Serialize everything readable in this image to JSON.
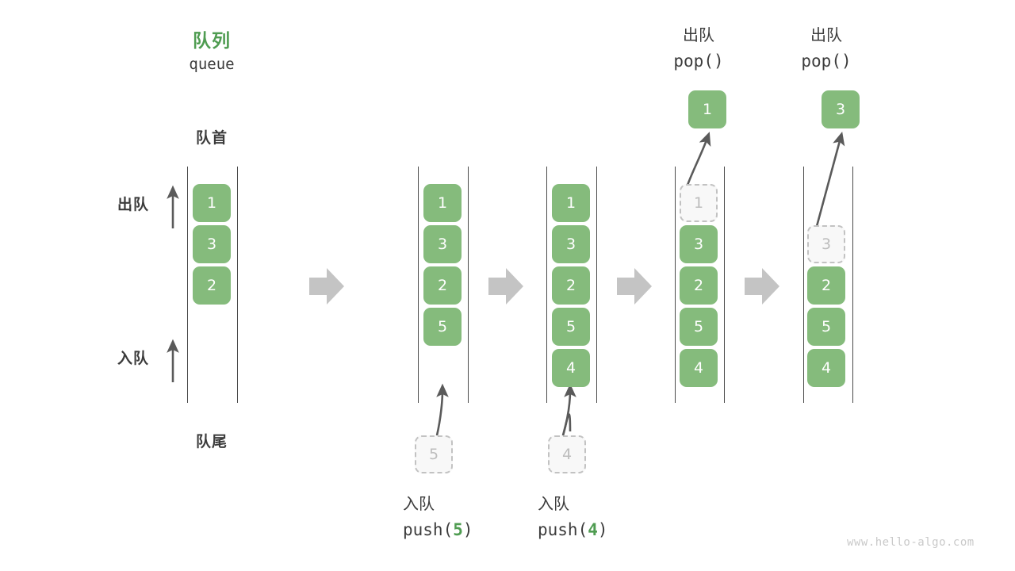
{
  "header": {
    "title_cn": "队列",
    "title_en": "queue",
    "front_label": "队首",
    "rear_label": "队尾",
    "dequeue_dir_label": "出队",
    "enqueue_dir_label": "入队"
  },
  "watermark": "www.hello-algo.com",
  "colors": {
    "accent_green": "#4f9c51",
    "cell_green": "#85bb7c",
    "ghost_border": "#c2c2c2",
    "ghost_fill": "#f8f8f8",
    "ghost_text": "#bdbdbd",
    "rail": "#4a4a4a",
    "arrow_gray": "#5a5a5a",
    "flow_arrow_gray": "#c4c4c4",
    "text": "#3c3c3c",
    "watermark": "#c9c9c9"
  },
  "stages": [
    {
      "id": "initial",
      "op_cn": "",
      "op_en": "",
      "op_arg": "",
      "cells": [
        "1",
        "3",
        "2"
      ],
      "ghost_index": -1,
      "incoming": null,
      "outgoing": null
    },
    {
      "id": "push-5",
      "op_cn": "入队",
      "op_en_prefix": "push(",
      "op_arg": "5",
      "op_en_suffix": ")",
      "cells": [
        "1",
        "3",
        "2",
        "5"
      ],
      "ghost_index": -1,
      "incoming": "5",
      "outgoing": null
    },
    {
      "id": "push-4",
      "op_cn": "入队",
      "op_en_prefix": "push(",
      "op_arg": "4",
      "op_en_suffix": ")",
      "cells": [
        "1",
        "3",
        "2",
        "5",
        "4"
      ],
      "ghost_index": -1,
      "incoming": "4",
      "outgoing": null
    },
    {
      "id": "pop-1",
      "op_cn": "出队",
      "op_en_prefix": "pop(",
      "op_arg": "",
      "op_en_suffix": ")",
      "cells": [
        "1",
        "3",
        "2",
        "5",
        "4"
      ],
      "ghost_index": 0,
      "incoming": null,
      "outgoing": "1"
    },
    {
      "id": "pop-3",
      "op_cn": "出队",
      "op_en_prefix": "pop(",
      "op_arg": "",
      "op_en_suffix": ")",
      "cells": [
        "3",
        "2",
        "5",
        "4"
      ],
      "ghost_index": 0,
      "incoming": null,
      "outgoing": "3"
    }
  ],
  "cell_values": {
    "s0": [
      "1",
      "3",
      "2"
    ],
    "s1": [
      "1",
      "3",
      "2",
      "5"
    ],
    "s2": [
      "1",
      "3",
      "2",
      "5",
      "4"
    ],
    "s3": [
      "1",
      "3",
      "2",
      "5",
      "4"
    ],
    "s4": [
      "3",
      "2",
      "5",
      "4"
    ],
    "pending5": "5",
    "pending4": "4",
    "popped1": "1",
    "popped3": "3"
  },
  "stage_labels": {
    "pop1_cn": "出队",
    "pop1_en": "pop()",
    "pop3_cn": "出队",
    "pop3_en": "pop()",
    "push5_cn": "入队",
    "push5_en_pre": "push(",
    "push5_arg": "5",
    "push5_en_post": ")",
    "push4_cn": "入队",
    "push4_en_pre": "push(",
    "push4_arg": "4",
    "push4_en_post": ")"
  }
}
